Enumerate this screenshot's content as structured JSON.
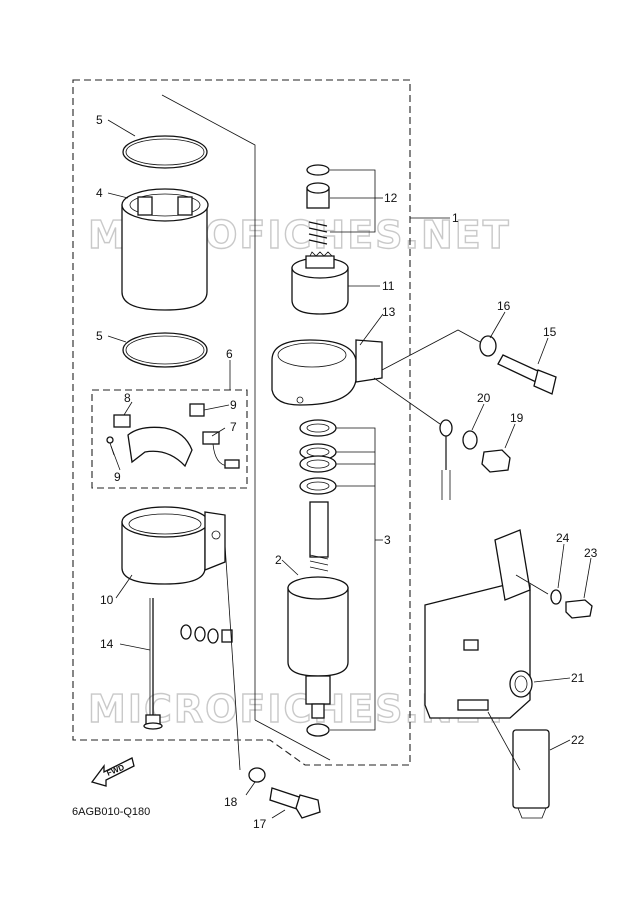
{
  "diagram": {
    "watermark": "MICROFICHES.NET",
    "drawing_code": "6AGB010-Q180",
    "fwd_label": "FWD",
    "callouts": {
      "c1": "1",
      "c2": "2",
      "c3": "3",
      "c4": "4",
      "c5a": "5",
      "c5b": "5",
      "c6": "6",
      "c7": "7",
      "c8": "8",
      "c9a": "9",
      "c9b": "9",
      "c10": "10",
      "c11": "11",
      "c12": "12",
      "c13": "13",
      "c14": "14",
      "c15": "15",
      "c16": "16",
      "c17": "17",
      "c18": "18",
      "c19": "19",
      "c20": "20",
      "c21": "21",
      "c22": "22",
      "c23": "23",
      "c24": "24"
    }
  }
}
